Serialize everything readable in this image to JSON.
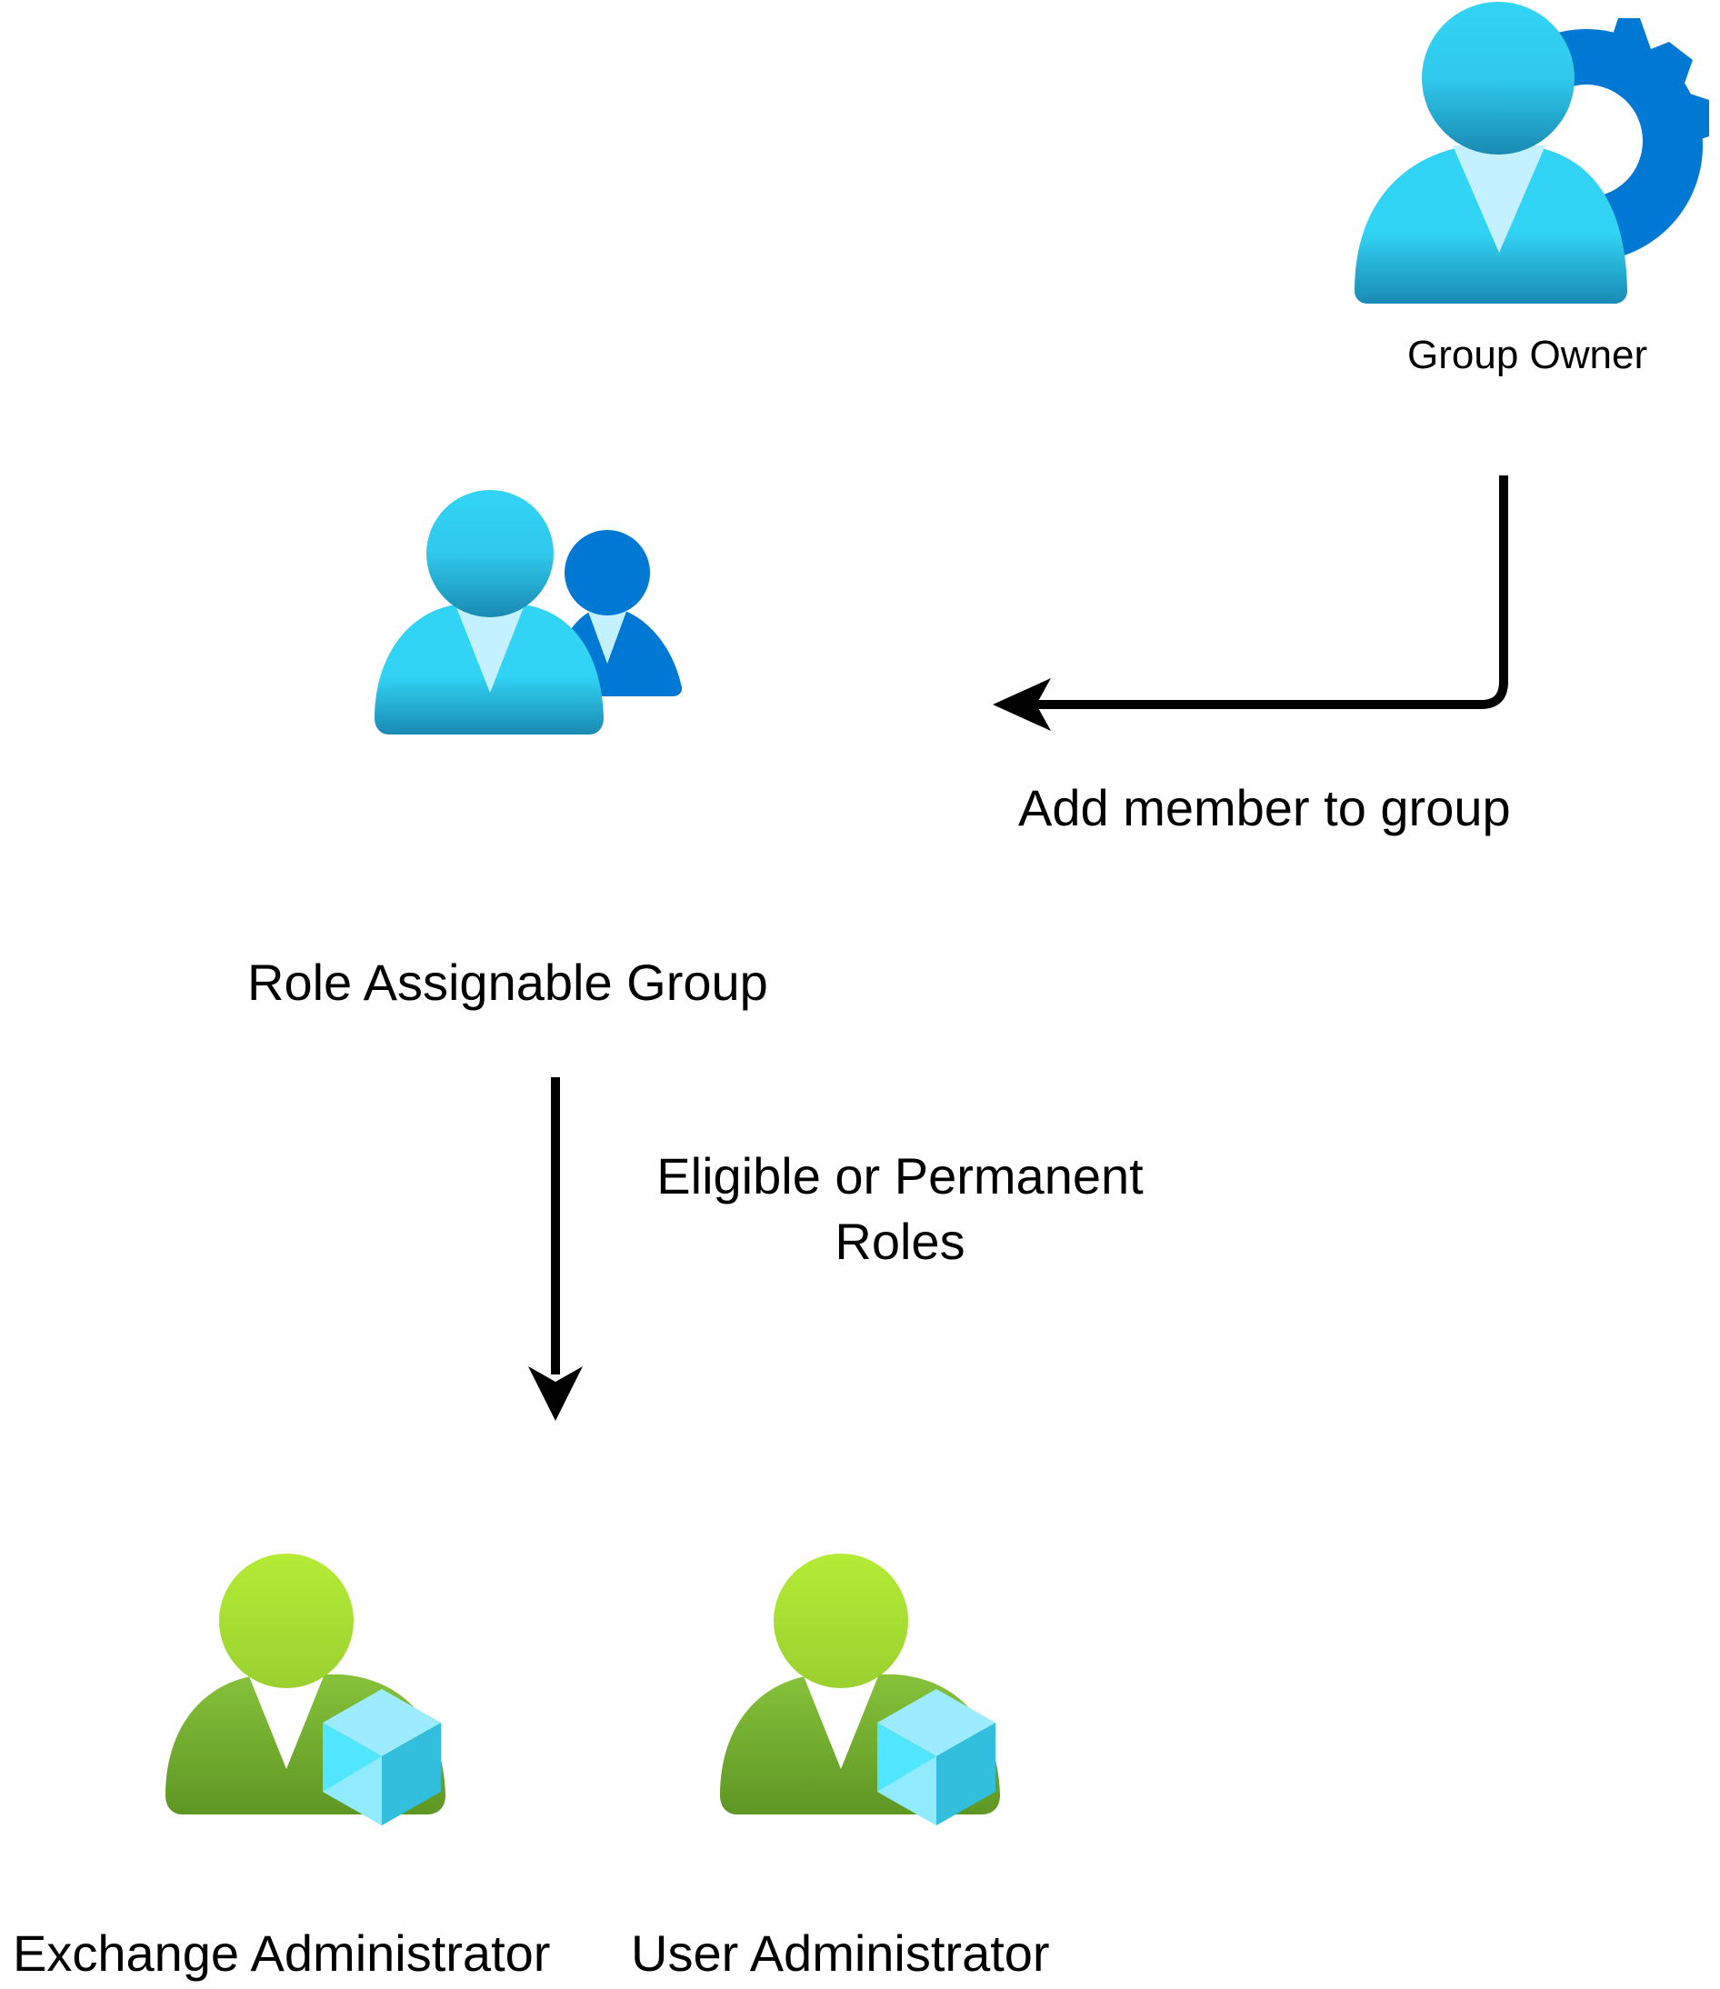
{
  "nodes": {
    "group_owner": {
      "label": "Group Owner",
      "icon": "user-gear-icon"
    },
    "role_assignable_group": {
      "label": "Role Assignable Group",
      "icon": "users-group-icon"
    },
    "exchange_admin": {
      "label": "Exchange Administrator",
      "icon": "user-role-cube-icon"
    },
    "user_admin": {
      "label": "User Administrator",
      "icon": "user-role-cube-icon"
    }
  },
  "edges": {
    "add_member": {
      "label": "Add member to group",
      "from": "Group Owner",
      "to": "Role Assignable Group"
    },
    "roles": {
      "label_line1": "Eligible or Permanent",
      "label_line2": "Roles",
      "from": "Role Assignable Group",
      "to": "Exchange Administrator"
    }
  },
  "colors": {
    "user_cyan_top": "#32d4f5",
    "user_cyan_bottom": "#198ab3",
    "gear_blue": "#0078d4",
    "admin_green_top": "#b4ec36",
    "admin_green_bottom": "#5e9624",
    "cube_light": "#9cebff",
    "cube_mid": "#50e6ff",
    "cube_dark": "#32bedd",
    "collar": "#c3f1ff"
  }
}
